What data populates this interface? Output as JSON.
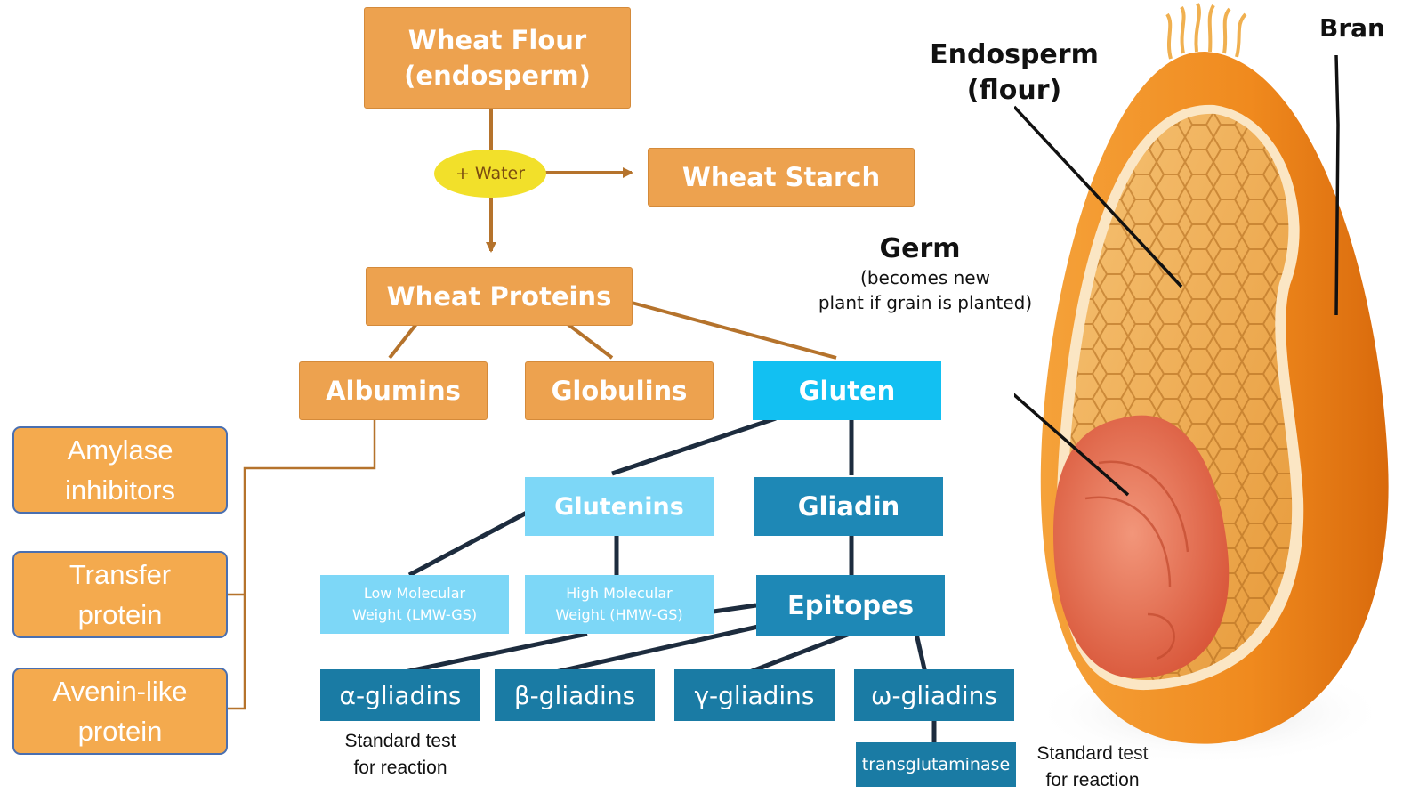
{
  "flow": {
    "wheat_flour": "Wheat Flour\n(endosperm)",
    "water": "+ Water",
    "wheat_starch": "Wheat Starch",
    "wheat_proteins": "Wheat Proteins",
    "albumins": "Albumins",
    "globulins": "Globulins",
    "gluten": "Gluten",
    "glutenins": "Glutenins",
    "gliadin": "Gliadin",
    "lmw": "Low Molecular\nWeight (LMW-GS)",
    "hmw": "High Molecular\nWeight (HMW-GS)",
    "epitopes": "Epitopes",
    "alpha": "α-gliadins",
    "beta": "β-gliadins",
    "gamma": "γ-gliadins",
    "omega": "ω-gliadins",
    "transglutaminase": "transglutaminase",
    "test_note_1": "Standard test\nfor reaction",
    "test_note_2": "Standard test\nfor reaction"
  },
  "albumin_types": {
    "amylase": "Amylase\ninhibitors",
    "transfer": "Transfer\nprotein",
    "avenin": "Avenin-like\nprotein"
  },
  "grain": {
    "endosperm": "Endosperm\n(flour)",
    "germ": "Germ",
    "germ_note": "(becomes new\nplant if grain is planted)",
    "bran": "Bran"
  },
  "colors": {
    "orange_box": "#eda24f",
    "connector_orange": "#b5732c",
    "gluten_cyan": "#12c0f2",
    "glutenin_light_blue": "#7dd7f7",
    "gliadin_teal": "#1e88b6",
    "water_yellow": "#f2e02a",
    "side_box_border": "#4a6fb0"
  }
}
